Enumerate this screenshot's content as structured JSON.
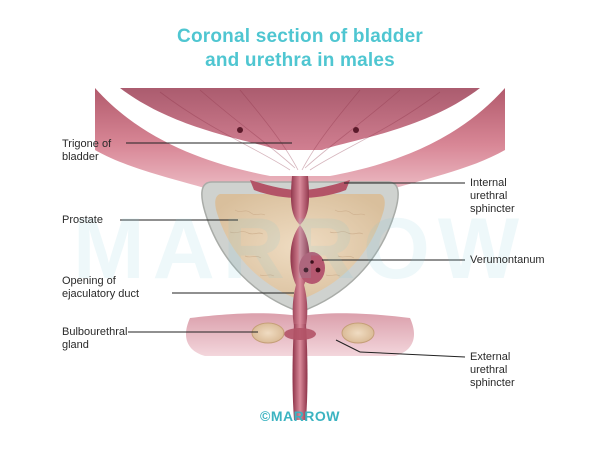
{
  "title": {
    "line1": "Coronal section of bladder",
    "line2": "and urethra in males"
  },
  "labels": {
    "trigone": "Trigone of\nbladder",
    "prostate": "Prostate",
    "ejaculatory_duct": "Opening of\nejaculatory duct",
    "bulbourethral": "Bulbourethral\ngland",
    "internal_sphincter": "Internal\nurethral\nsphincter",
    "verumontanum": "Verumontanum",
    "external_sphincter": "External\nurethral\nsphincter"
  },
  "watermark": "MARROW",
  "footer": "©MARROW",
  "colors": {
    "title": "#4fc6d1",
    "tissue_dark": "#a8475c",
    "tissue_light": "#e7b3bd",
    "prostate_fill": "#e8d1b4",
    "capsule": "#d4d6d3"
  }
}
